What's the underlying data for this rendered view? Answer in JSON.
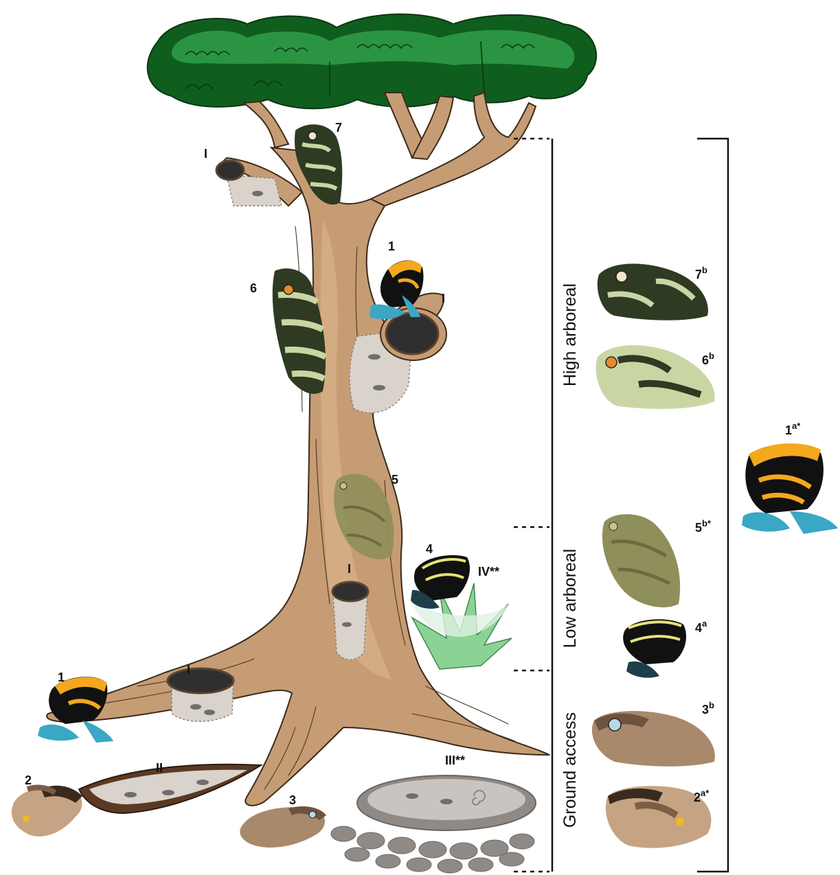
{
  "strata": {
    "high_arboreal": "High arboreal",
    "low_arboreal": "Low arboreal",
    "ground_access": "Ground access"
  },
  "scene_labels": {
    "hole_top": "I",
    "hole_mid": "I",
    "hole_low": "I",
    "hole_root": "I",
    "leaf_pool": "II",
    "ground_pool": "III**",
    "bromeliad": "IV**",
    "frog1_tree": "1",
    "frog1_ground": "1",
    "frog2": "2",
    "frog3": "3",
    "frog4": "4",
    "frog5": "5",
    "frog6": "6",
    "frog7": "7"
  },
  "side_labels": {
    "s7": {
      "num": "7",
      "sup": "b"
    },
    "s6": {
      "num": "6",
      "sup": "b"
    },
    "s5": {
      "num": "5",
      "sup": "b*"
    },
    "s4": {
      "num": "4",
      "sup": "a"
    },
    "s3": {
      "num": "3",
      "sup": "b"
    },
    "s2": {
      "num": "2",
      "sup": "a*"
    },
    "s1": {
      "num": "1",
      "sup": "a*"
    }
  },
  "colors": {
    "bark": "#c69c74",
    "canopy": "#0f5e1e",
    "dendrobates_yellow": "#f4a81c",
    "dendrobates_blue": "#3aa7c4",
    "treefrog_olive": "#2e3a22",
    "treefrog_pale": "#c9d6a4",
    "ground_frog": "#a9896c"
  },
  "icons": [
    "tree-canopy",
    "tree-trunk",
    "tree-hole",
    "tadpole",
    "frog",
    "bromeliad",
    "leaf-pool",
    "ground-pool",
    "pebbles"
  ]
}
